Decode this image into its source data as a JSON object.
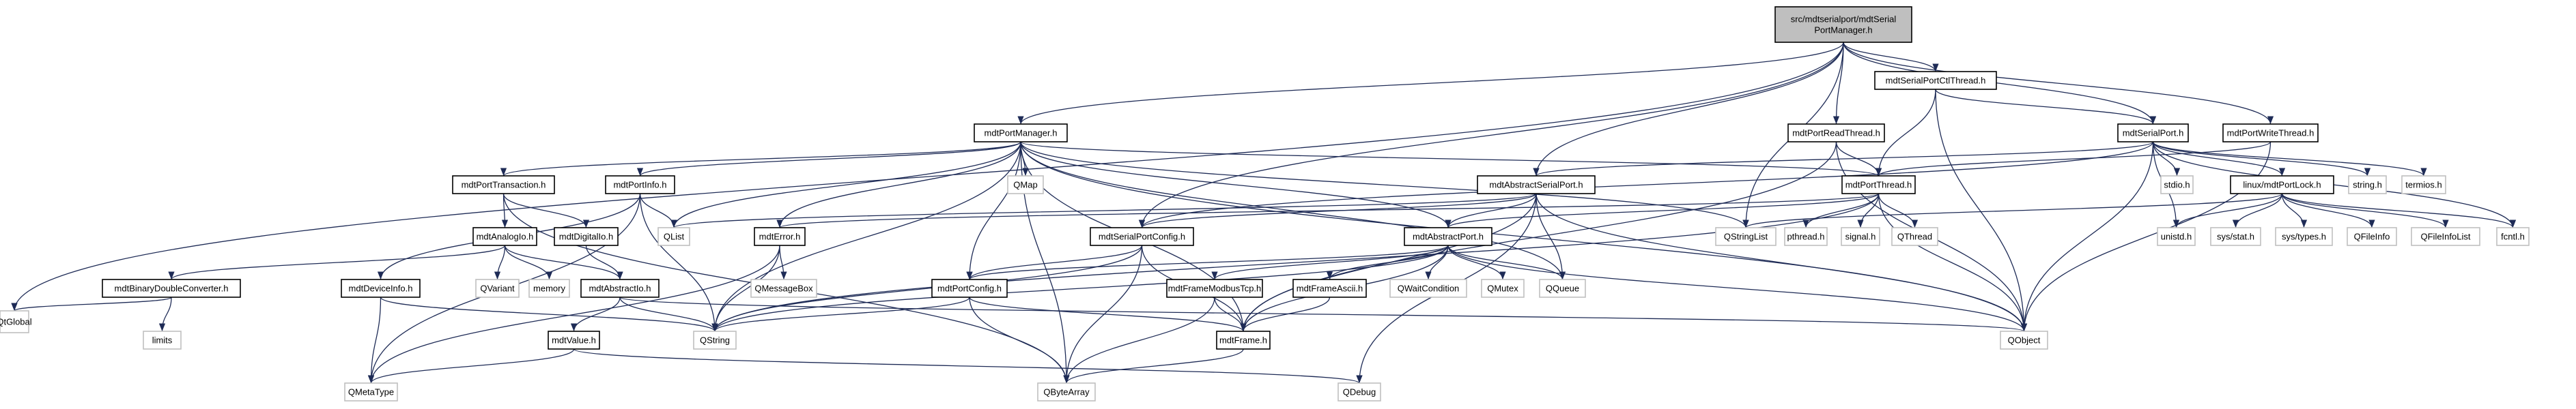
{
  "diagram": {
    "title": "",
    "colors": {
      "edge": "#1e2b56",
      "node_border": "#000000",
      "external_border": "#bfbfbf",
      "root_fill": "#bfbfbf",
      "background": "#ffffff"
    },
    "nodes": [
      {
        "id": "root",
        "lines": [
          "src/mdtserialport/mdtSerial",
          "PortManager.h"
        ],
        "style": "root"
      },
      {
        "id": "QtGlobal",
        "lines": [
          "QtGlobal"
        ],
        "style": "external"
      },
      {
        "id": "mdtPortManager",
        "lines": [
          "mdtPortManager.h"
        ],
        "style": "local"
      },
      {
        "id": "mdtSerialPortCtlThread",
        "lines": [
          "mdtSerialPortCtlThread.h"
        ],
        "style": "local"
      },
      {
        "id": "mdtPortReadThread",
        "lines": [
          "mdtPortReadThread.h"
        ],
        "style": "local"
      },
      {
        "id": "mdtSerialPort",
        "lines": [
          "mdtSerialPort.h"
        ],
        "style": "local"
      },
      {
        "id": "mdtPortWriteThread",
        "lines": [
          "mdtPortWriteThread.h"
        ],
        "style": "local"
      },
      {
        "id": "mdtPortTransaction",
        "lines": [
          "mdtPortTransaction.h"
        ],
        "style": "local"
      },
      {
        "id": "mdtPortInfo",
        "lines": [
          "mdtPortInfo.h"
        ],
        "style": "local"
      },
      {
        "id": "QMap",
        "lines": [
          "QMap"
        ],
        "style": "external"
      },
      {
        "id": "mdtAbstractSerialPort",
        "lines": [
          "mdtAbstractSerialPort.h"
        ],
        "style": "local"
      },
      {
        "id": "mdtPortThread",
        "lines": [
          "mdtPortThread.h"
        ],
        "style": "local"
      },
      {
        "id": "stdio",
        "lines": [
          "stdio.h"
        ],
        "style": "external"
      },
      {
        "id": "linuxPortLock",
        "lines": [
          "linux/mdtPortLock.h"
        ],
        "style": "local"
      },
      {
        "id": "string",
        "lines": [
          "string.h"
        ],
        "style": "external"
      },
      {
        "id": "termios",
        "lines": [
          "termios.h"
        ],
        "style": "external"
      },
      {
        "id": "mdtAnalogIo",
        "lines": [
          "mdtAnalogIo.h"
        ],
        "style": "local"
      },
      {
        "id": "mdtDigitalIo",
        "lines": [
          "mdtDigitalIo.h"
        ],
        "style": "local"
      },
      {
        "id": "QList",
        "lines": [
          "QList"
        ],
        "style": "external"
      },
      {
        "id": "mdtError",
        "lines": [
          "mdtError.h"
        ],
        "style": "local"
      },
      {
        "id": "mdtSerialPortConfig",
        "lines": [
          "mdtSerialPortConfig.h"
        ],
        "style": "local"
      },
      {
        "id": "mdtAbstractPort",
        "lines": [
          "mdtAbstractPort.h"
        ],
        "style": "local"
      },
      {
        "id": "QStringList",
        "lines": [
          "QStringList"
        ],
        "style": "external"
      },
      {
        "id": "pthread",
        "lines": [
          "pthread.h"
        ],
        "style": "external"
      },
      {
        "id": "signal",
        "lines": [
          "signal.h"
        ],
        "style": "external"
      },
      {
        "id": "QThread",
        "lines": [
          "QThread"
        ],
        "style": "external"
      },
      {
        "id": "unistd",
        "lines": [
          "unistd.h"
        ],
        "style": "external"
      },
      {
        "id": "sysstat",
        "lines": [
          "sys/stat.h"
        ],
        "style": "external"
      },
      {
        "id": "systypes",
        "lines": [
          "sys/types.h"
        ],
        "style": "external"
      },
      {
        "id": "QFileInfo",
        "lines": [
          "QFileInfo"
        ],
        "style": "external"
      },
      {
        "id": "QFileInfoList",
        "lines": [
          "QFileInfoList"
        ],
        "style": "external"
      },
      {
        "id": "fcntl",
        "lines": [
          "fcntl.h"
        ],
        "style": "external"
      },
      {
        "id": "mdtBinaryDoubleConverter",
        "lines": [
          "mdtBinaryDoubleConverter.h"
        ],
        "style": "local"
      },
      {
        "id": "mdtDeviceInfo",
        "lines": [
          "mdtDeviceInfo.h"
        ],
        "style": "local"
      },
      {
        "id": "QVariant",
        "lines": [
          "QVariant"
        ],
        "style": "external"
      },
      {
        "id": "memory",
        "lines": [
          "memory"
        ],
        "style": "external"
      },
      {
        "id": "mdtAbstractIo",
        "lines": [
          "mdtAbstractIo.h"
        ],
        "style": "local"
      },
      {
        "id": "QMessageBox",
        "lines": [
          "QMessageBox"
        ],
        "style": "external"
      },
      {
        "id": "mdtPortConfig",
        "lines": [
          "mdtPortConfig.h"
        ],
        "style": "local"
      },
      {
        "id": "mdtFrameModbusTcp",
        "lines": [
          "mdtFrameModbusTcp.h"
        ],
        "style": "local"
      },
      {
        "id": "mdtFrameAscii",
        "lines": [
          "mdtFrameAscii.h"
        ],
        "style": "local"
      },
      {
        "id": "QWaitCondition",
        "lines": [
          "QWaitCondition"
        ],
        "style": "external"
      },
      {
        "id": "QMutex",
        "lines": [
          "QMutex"
        ],
        "style": "external"
      },
      {
        "id": "QQueue",
        "lines": [
          "QQueue"
        ],
        "style": "external"
      },
      {
        "id": "limits",
        "lines": [
          "limits"
        ],
        "style": "external"
      },
      {
        "id": "QString",
        "lines": [
          "QString"
        ],
        "style": "external"
      },
      {
        "id": "mdtValue",
        "lines": [
          "mdtValue.h"
        ],
        "style": "local"
      },
      {
        "id": "mdtFrame",
        "lines": [
          "mdtFrame.h"
        ],
        "style": "local"
      },
      {
        "id": "QObject",
        "lines": [
          "QObject"
        ],
        "style": "external"
      },
      {
        "id": "QMetaType",
        "lines": [
          "QMetaType"
        ],
        "style": "external"
      },
      {
        "id": "QByteArray",
        "lines": [
          "QByteArray"
        ],
        "style": "external"
      },
      {
        "id": "QDebug",
        "lines": [
          "QDebug"
        ],
        "style": "external"
      }
    ],
    "edges": [
      [
        "root",
        "QtGlobal"
      ],
      [
        "root",
        "mdtPortManager"
      ],
      [
        "root",
        "mdtSerialPortConfig"
      ],
      [
        "root",
        "mdtAbstractSerialPort"
      ],
      [
        "root",
        "QStringList"
      ],
      [
        "root",
        "mdtSerialPortCtlThread"
      ],
      [
        "root",
        "mdtPortReadThread"
      ],
      [
        "root",
        "mdtSerialPort"
      ],
      [
        "root",
        "mdtPortWriteThread"
      ],
      [
        "mdtPortManager",
        "mdtPortTransaction"
      ],
      [
        "mdtPortManager",
        "mdtPortInfo"
      ],
      [
        "mdtPortManager",
        "QList"
      ],
      [
        "mdtPortManager",
        "QMap"
      ],
      [
        "mdtPortManager",
        "mdtError"
      ],
      [
        "mdtPortManager",
        "mdtPortConfig"
      ],
      [
        "mdtPortManager",
        "mdtAbstractPort"
      ],
      [
        "mdtPortManager",
        "mdtFrame"
      ],
      [
        "mdtPortManager",
        "mdtPortThread"
      ],
      [
        "mdtPortManager",
        "QStringList"
      ],
      [
        "mdtPortManager",
        "QQueue"
      ],
      [
        "mdtPortManager",
        "QObject"
      ],
      [
        "mdtPortManager",
        "QString"
      ],
      [
        "mdtPortManager",
        "QByteArray"
      ],
      [
        "mdtSerialPortCtlThread",
        "mdtPortThread"
      ],
      [
        "mdtSerialPortCtlThread",
        "mdtSerialPort"
      ],
      [
        "mdtSerialPortCtlThread",
        "QObject"
      ],
      [
        "mdtPortReadThread",
        "mdtPortThread"
      ],
      [
        "mdtPortReadThread",
        "mdtFrame"
      ],
      [
        "mdtPortReadThread",
        "QObject"
      ],
      [
        "mdtPortWriteThread",
        "mdtPortThread"
      ],
      [
        "mdtPortWriteThread",
        "QObject"
      ],
      [
        "mdtSerialPort",
        "mdtAbstractSerialPort"
      ],
      [
        "mdtSerialPort",
        "mdtSerialPortConfig"
      ],
      [
        "mdtSerialPort",
        "linuxPortLock"
      ],
      [
        "mdtSerialPort",
        "stdio"
      ],
      [
        "mdtSerialPort",
        "string"
      ],
      [
        "mdtSerialPort",
        "termios"
      ],
      [
        "mdtSerialPort",
        "unistd"
      ],
      [
        "mdtSerialPort",
        "fcntl"
      ],
      [
        "mdtSerialPort",
        "QObject"
      ],
      [
        "mdtPortTransaction",
        "mdtAnalogIo"
      ],
      [
        "mdtPortTransaction",
        "mdtDigitalIo"
      ],
      [
        "mdtPortTransaction",
        "QByteArray"
      ],
      [
        "mdtPortInfo",
        "mdtDeviceInfo"
      ],
      [
        "mdtPortInfo",
        "QList"
      ],
      [
        "mdtPortInfo",
        "QString"
      ],
      [
        "mdtPortInfo",
        "QMetaType"
      ],
      [
        "mdtAbstractSerialPort",
        "mdtAbstractPort"
      ],
      [
        "mdtAbstractSerialPort",
        "mdtSerialPortConfig"
      ],
      [
        "mdtAbstractSerialPort",
        "QList"
      ],
      [
        "mdtAbstractSerialPort",
        "mdtFrame"
      ],
      [
        "mdtAbstractSerialPort",
        "QObject"
      ],
      [
        "mdtAbstractSerialPort",
        "QQueue"
      ],
      [
        "mdtAbstractSerialPort",
        "QDebug"
      ],
      [
        "mdtPortThread",
        "mdtAbstractPort"
      ],
      [
        "mdtPortThread",
        "mdtError"
      ],
      [
        "mdtPortThread",
        "pthread"
      ],
      [
        "mdtPortThread",
        "signal"
      ],
      [
        "mdtPortThread",
        "QThread"
      ],
      [
        "mdtPortThread",
        "QObject"
      ],
      [
        "mdtPortThread",
        "QString"
      ],
      [
        "linuxPortLock",
        "QStringList"
      ],
      [
        "linuxPortLock",
        "unistd"
      ],
      [
        "linuxPortLock",
        "sysstat"
      ],
      [
        "linuxPortLock",
        "systypes"
      ],
      [
        "linuxPortLock",
        "QFileInfo"
      ],
      [
        "linuxPortLock",
        "QFileInfoList"
      ],
      [
        "linuxPortLock",
        "fcntl"
      ],
      [
        "mdtAnalogIo",
        "mdtBinaryDoubleConverter"
      ],
      [
        "mdtAnalogIo",
        "QVariant"
      ],
      [
        "mdtAnalogIo",
        "memory"
      ],
      [
        "mdtAnalogIo",
        "mdtAbstractIo"
      ],
      [
        "mdtDigitalIo",
        "mdtAbstractIo"
      ],
      [
        "mdtError",
        "QMessageBox"
      ],
      [
        "mdtError",
        "QString"
      ],
      [
        "mdtError",
        "QMetaType"
      ],
      [
        "mdtSerialPortConfig",
        "mdtPortConfig"
      ],
      [
        "mdtSerialPortConfig",
        "QString"
      ],
      [
        "mdtSerialPortConfig",
        "QByteArray"
      ],
      [
        "mdtSerialPortConfig",
        "mdtFrame"
      ],
      [
        "mdtAbstractPort",
        "mdtPortConfig"
      ],
      [
        "mdtAbstractPort",
        "mdtFrame"
      ],
      [
        "mdtAbstractPort",
        "mdtFrameModbusTcp"
      ],
      [
        "mdtAbstractPort",
        "mdtFrameAscii"
      ],
      [
        "mdtAbstractPort",
        "QWaitCondition"
      ],
      [
        "mdtAbstractPort",
        "QMutex"
      ],
      [
        "mdtAbstractPort",
        "QQueue"
      ],
      [
        "mdtAbstractPort",
        "QObject"
      ],
      [
        "mdtAbstractPort",
        "QString"
      ],
      [
        "mdtBinaryDoubleConverter",
        "QtGlobal"
      ],
      [
        "mdtBinaryDoubleConverter",
        "limits"
      ],
      [
        "mdtDeviceInfo",
        "QString"
      ],
      [
        "mdtDeviceInfo",
        "QMetaType"
      ],
      [
        "mdtAbstractIo",
        "mdtValue"
      ],
      [
        "mdtAbstractIo",
        "QObject"
      ],
      [
        "mdtAbstractIo",
        "QString"
      ],
      [
        "mdtPortConfig",
        "mdtFrame"
      ],
      [
        "mdtPortConfig",
        "QString"
      ],
      [
        "mdtPortConfig",
        "QByteArray"
      ],
      [
        "mdtFrameModbusTcp",
        "mdtFrame"
      ],
      [
        "mdtFrameModbusTcp",
        "QByteArray"
      ],
      [
        "mdtFrameAscii",
        "mdtFrame"
      ],
      [
        "mdtValue",
        "QMetaType"
      ],
      [
        "mdtValue",
        "QDebug"
      ],
      [
        "mdtFrame",
        "QByteArray"
      ]
    ]
  }
}
